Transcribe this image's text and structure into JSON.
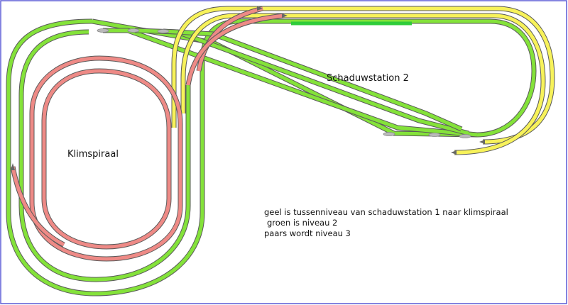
{
  "labels": {
    "station": "Schaduwstation 2",
    "spiral": "Klimspiraal",
    "legend_yellow": "geel is tussenniveau van schaduwstation 1 naar klimspiraal",
    "legend_green": "groen is niveau 2",
    "legend_purple": "paars wordt niveau 3"
  },
  "colors": {
    "frame": "#5b5bd6",
    "green_track": "#84e23a",
    "green_dark": "#2fcc3a",
    "yellow_track": "#f7f25a",
    "red_track": "#ee8a86",
    "rail": "#5a5a5a",
    "tie": "#7a7a7a",
    "turnout": "#b9b9b9"
  }
}
